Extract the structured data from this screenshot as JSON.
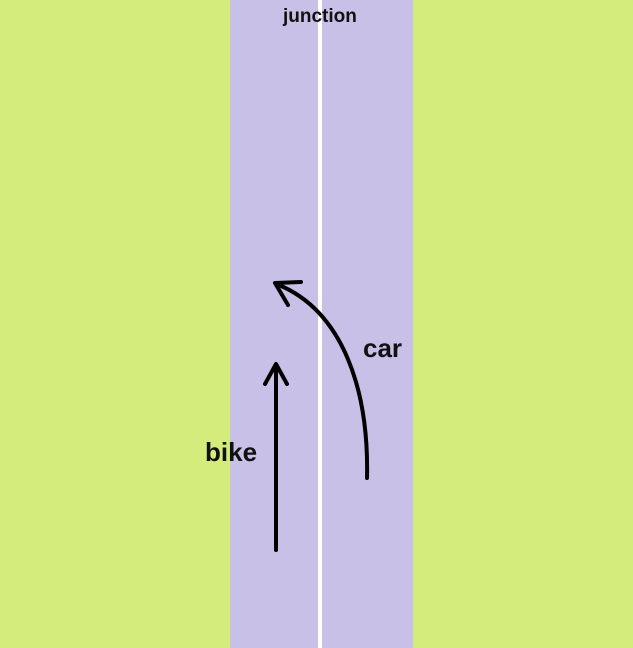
{
  "labels": {
    "junction": "junction",
    "car": "car",
    "bike": "bike"
  },
  "colors": {
    "grass": "#d4ec7b",
    "road": "#c8c0e6",
    "center_line": "#ffffff",
    "arrow": "#000000",
    "text": "#111111"
  }
}
